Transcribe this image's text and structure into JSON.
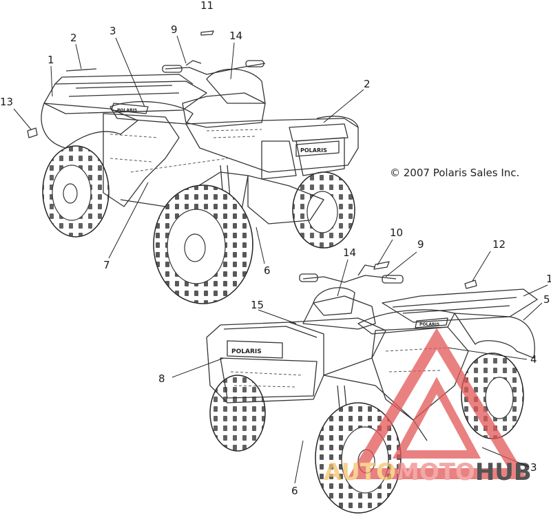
{
  "copyright": "© 2007 Polaris Sales Inc.",
  "decal_text": "POLARIS",
  "watermark": {
    "part1": "AUTO",
    "part2": "MOTO",
    "part3": "HUB",
    "color_auto": "#f5c26b",
    "color_moto": "#f08a8a",
    "color_hub": "#1a1a1a",
    "triangle_color": "#e25757"
  },
  "callouts": {
    "top": {
      "c11": "11",
      "c9": "9",
      "c14": "14",
      "c2a": "2",
      "c3": "3",
      "c1": "1",
      "c13": "13",
      "c2b": "2",
      "c7": "7",
      "c6": "6"
    },
    "bottom": {
      "c10": "10",
      "c9": "9",
      "c14": "14",
      "c12": "12",
      "c1": "1",
      "c5": "5",
      "c15": "15",
      "c4": "4",
      "c8": "8",
      "c6": "6",
      "c3": "3"
    }
  }
}
